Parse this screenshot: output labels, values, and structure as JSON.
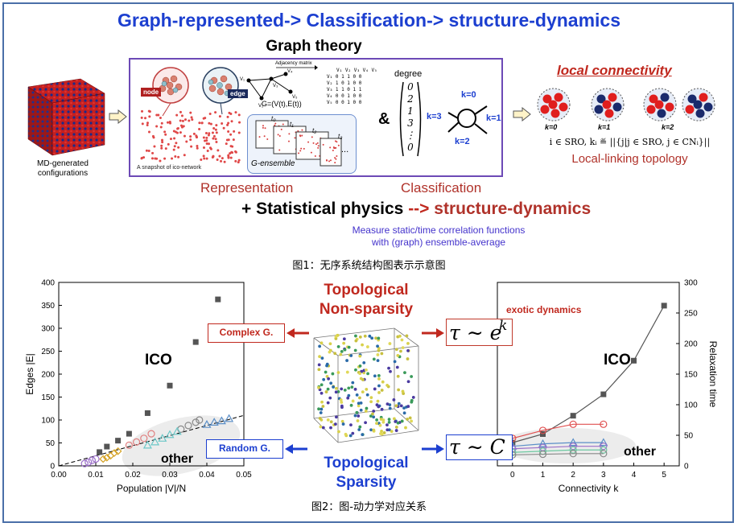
{
  "header": {
    "title": "Graph-represented-> Classification-> structure-dynamics",
    "graph_theory": "Graph theory"
  },
  "figure1": {
    "md_label_line1": "MD-generated",
    "md_label_line2": "configurations",
    "snapshot_label": "A snapshot of ico-network",
    "node_tag": "node",
    "edge_tag": "edge",
    "adjacency_label": "Adjacency matrix",
    "graph_formula": "G=(V(t),E(t))",
    "matrix_header": [
      "V₁",
      "V₂",
      "V₃",
      "V₄",
      "V₅"
    ],
    "matrix_rows": [
      {
        "v": "V₁",
        "cells": "0 1 1 0 0"
      },
      {
        "v": "V₂",
        "cells": "1 0 1 0 0"
      },
      {
        "v": "V₃",
        "cells": "1 1 0 1 1"
      },
      {
        "v": "V₄",
        "cells": "0 0 1 0 0"
      },
      {
        "v": "V₅",
        "cells": "0 0 1 0 0"
      }
    ],
    "g_ensemble": "G-ensemble",
    "time_labels": [
      "t₀",
      "t₁",
      "t₂",
      "t₃"
    ],
    "ellipsis": "...",
    "ampersand": "&",
    "degree_label": "degree",
    "degree_values": [
      "0",
      "2",
      "1",
      "3",
      "⋮",
      "0"
    ],
    "k_labels": {
      "top": "k=0",
      "left": "k=3",
      "right": "k=1",
      "bottom": "k=2"
    },
    "representation": "Representation",
    "classification": "Classification",
    "local_connectivity": "local connectivity",
    "cluster_labels": [
      "k=0",
      "k=1",
      "k=2"
    ],
    "local_formula": "i ∈ SRO,  kᵢ ≝ ||{j|j ∈ SRO, j ∈ CNᵢ}||",
    "local_linking": "Local-linking topology",
    "statistical_prefix": "+ Statistical physics ",
    "statistical_arrow": "-->",
    "statistical_suffix": " structure-dynamics",
    "measure_line1": "Measure static/time correlation functions",
    "measure_line2": "with (graph) ensemble-average",
    "caption": "图1：无序系统结构图表示示意图"
  },
  "figure2": {
    "caption": "图2：图-动力学对应关系",
    "topological_non_sparsity_line1": "Topological",
    "topological_non_sparsity_line2": "Non-sparsity",
    "topological_sparsity_line1": "Topological",
    "topological_sparsity_line2": "Sparsity",
    "complex_g": "Complex G.",
    "random_g": "Random G.",
    "tau_exp_base": "τ ∼ e",
    "tau_exp_power": "k",
    "tau_c": "τ ∼ C",
    "exotic_dynamics": "exotic dynamics",
    "colors": {
      "red": "#c0281e",
      "blue": "#1c3fd0",
      "purple": "#4433cc"
    }
  },
  "chart_data": [
    {
      "type": "scatter",
      "xlabel": "Population |V|/N",
      "ylabel": "Edges |E|",
      "xlim": [
        0.0,
        0.05
      ],
      "ylim": [
        0,
        400
      ],
      "x_ticks": [
        "0.00",
        "0.01",
        "0.02",
        "0.03",
        "0.04",
        "0.05"
      ],
      "y_ticks": [
        "0",
        "50",
        "100",
        "150",
        "200",
        "250",
        "300",
        "350",
        "400"
      ],
      "annotations": [
        "ICO",
        "other"
      ],
      "series": [
        {
          "marker": "square",
          "color": "#555555",
          "x": [
            0.011,
            0.013,
            0.016,
            0.019,
            0.024,
            0.03,
            0.037,
            0.043
          ],
          "y": [
            30,
            42,
            55,
            70,
            115,
            175,
            270,
            363
          ]
        },
        {
          "marker": "circle",
          "color": "#888888",
          "x": [
            0.033,
            0.035,
            0.037,
            0.038
          ],
          "y": [
            80,
            88,
            95,
            100
          ]
        },
        {
          "marker": "circle",
          "color": "#e08080",
          "x": [
            0.019,
            0.021,
            0.023,
            0.025
          ],
          "y": [
            45,
            52,
            60,
            70
          ]
        },
        {
          "marker": "triangle",
          "color": "#5b8fc8",
          "x": [
            0.04,
            0.042,
            0.044,
            0.046
          ],
          "y": [
            90,
            95,
            98,
            103
          ]
        },
        {
          "marker": "triangle",
          "color": "#6cc8c8",
          "x": [
            0.024,
            0.026,
            0.028,
            0.03,
            0.032
          ],
          "y": [
            45,
            52,
            60,
            68,
            75
          ]
        },
        {
          "marker": "diamond",
          "color": "#d4a020",
          "x": [
            0.012,
            0.013,
            0.014,
            0.015,
            0.016
          ],
          "y": [
            15,
            18,
            22,
            28,
            32
          ]
        },
        {
          "marker": "circle",
          "color": "#9b6fc8",
          "x": [
            0.007,
            0.008,
            0.009,
            0.01
          ],
          "y": [
            5,
            8,
            12,
            15
          ]
        }
      ],
      "trend_line": {
        "x": [
          0.0,
          0.05
        ],
        "y": [
          0,
          110
        ]
      }
    },
    {
      "type": "line",
      "xlabel": "Connectivity k",
      "ylabel": "Relaxation time",
      "xlim": [
        -0.5,
        5.5
      ],
      "ylim": [
        0,
        300
      ],
      "x_ticks": [
        "0",
        "1",
        "2",
        "3",
        "4",
        "5"
      ],
      "y_ticks": [
        "0",
        "50",
        "100",
        "150",
        "200",
        "250",
        "300"
      ],
      "annotations": [
        "ICO",
        "other"
      ],
      "series": [
        {
          "marker": "square",
          "color": "#555555",
          "x": [
            0,
            1,
            2,
            3,
            4,
            5
          ],
          "y": [
            38,
            52,
            82,
            117,
            172,
            262
          ]
        },
        {
          "marker": "circle",
          "color": "#e05050",
          "x": [
            0,
            1,
            2,
            3
          ],
          "y": [
            45,
            58,
            68,
            68
          ]
        },
        {
          "marker": "triangle",
          "color": "#5b8fc8",
          "x": [
            0,
            1,
            2,
            3
          ],
          "y": [
            32,
            36,
            38,
            38
          ]
        },
        {
          "marker": "circle",
          "color": "#9b6fc8",
          "x": [
            0,
            1,
            2,
            3
          ],
          "y": [
            28,
            30,
            32,
            32
          ]
        },
        {
          "marker": "circle",
          "color": "#6cc8a0",
          "x": [
            0,
            1,
            2,
            3
          ],
          "y": [
            22,
            24,
            26,
            26
          ]
        },
        {
          "marker": "circle",
          "color": "#888888",
          "x": [
            0,
            1,
            2,
            3
          ],
          "y": [
            18,
            19,
            20,
            20
          ]
        }
      ]
    }
  ]
}
